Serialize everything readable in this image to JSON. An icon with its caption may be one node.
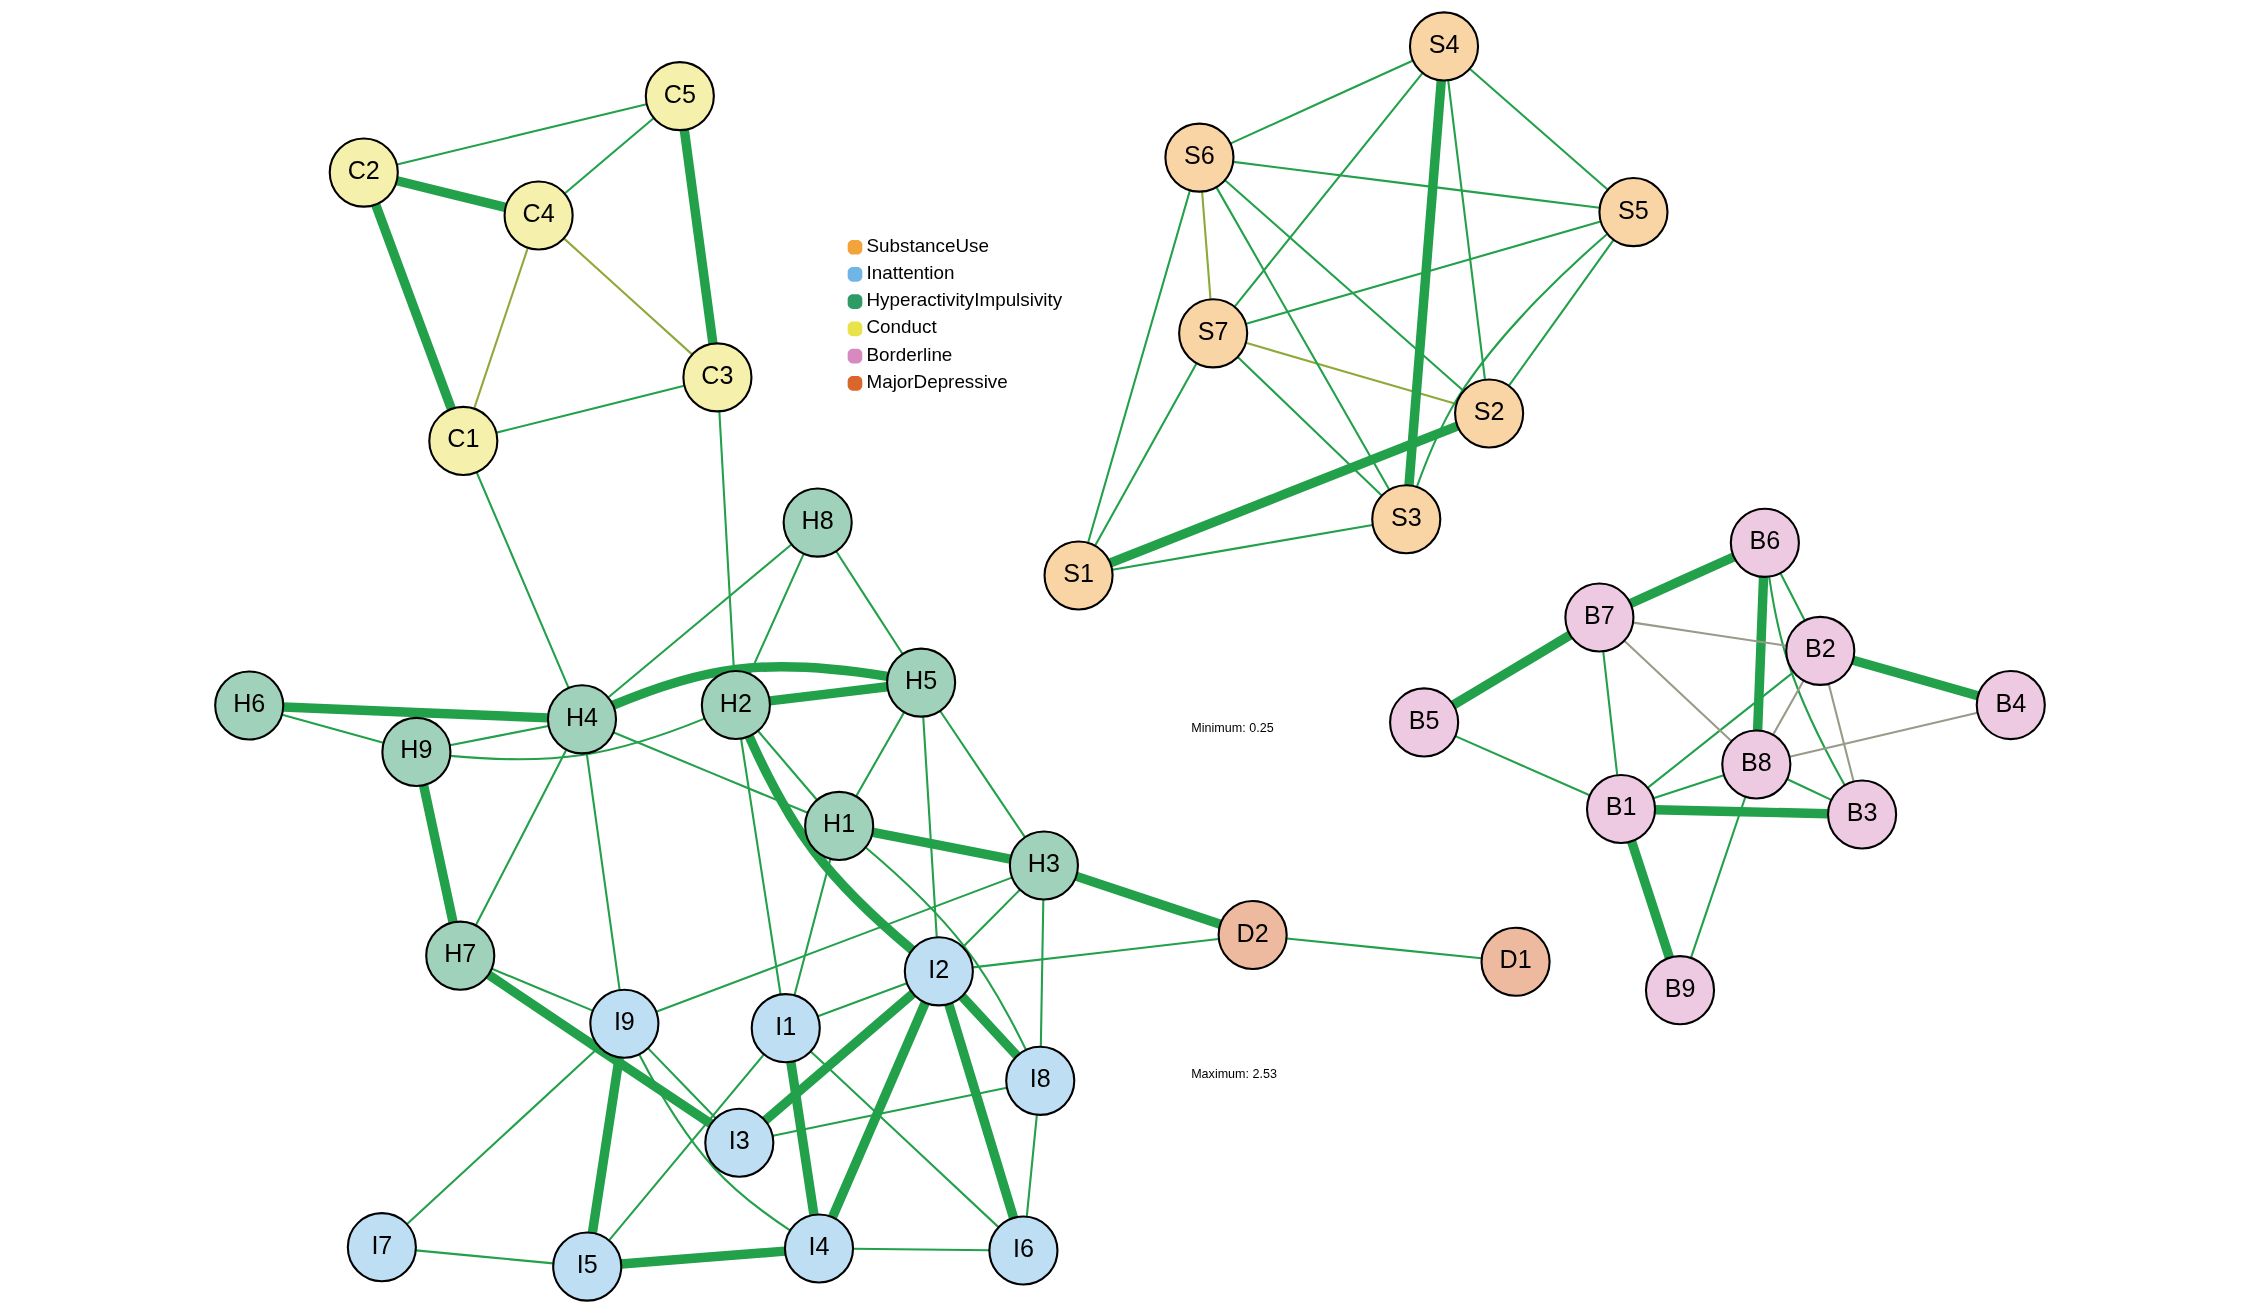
{
  "diagram": {
    "nodes": [
      {
        "text": [
          "S1"
        ]
      },
      {
        "text": [
          "S2"
        ]
      },
      {
        "text": [
          "S3"
        ]
      },
      {
        "text": [
          "S4"
        ]
      },
      {
        "text": [
          "S5"
        ]
      },
      {
        "text": [
          "S6"
        ]
      },
      {
        "text": [
          "S7"
        ]
      },
      {
        "text": [
          "I1"
        ]
      },
      {
        "text": [
          "I2"
        ]
      },
      {
        "text": [
          "I3"
        ]
      },
      {
        "text": [
          "I4"
        ]
      },
      {
        "text": [
          "I5"
        ]
      },
      {
        "text": [
          "I6"
        ]
      },
      {
        "text": [
          "I7"
        ]
      },
      {
        "text": [
          "I8"
        ]
      },
      {
        "text": [
          "I9"
        ]
      },
      {
        "text": [
          "H1"
        ]
      },
      {
        "text": [
          "H2"
        ]
      },
      {
        "text": [
          "H3"
        ]
      },
      {
        "text": [
          "H4"
        ]
      },
      {
        "text": [
          "H5"
        ]
      },
      {
        "text": [
          "H6"
        ]
      },
      {
        "text": [
          "H7"
        ]
      },
      {
        "text": [
          "H8"
        ]
      },
      {
        "text": [
          "H9"
        ]
      },
      {
        "text": [
          "C1"
        ]
      },
      {
        "text": [
          "C2"
        ]
      },
      {
        "text": [
          "C3"
        ]
      },
      {
        "text": [
          "C4"
        ]
      },
      {
        "text": [
          "C5"
        ]
      },
      {
        "text": [
          "B1"
        ]
      },
      {
        "text": [
          "B2"
        ]
      },
      {
        "text": [
          "B3"
        ]
      },
      {
        "text": [
          "B4"
        ]
      },
      {
        "text": [
          "B5"
        ]
      },
      {
        "text": [
          "B6"
        ]
      },
      {
        "text": [
          "B7"
        ]
      },
      {
        "text": [
          "B8"
        ]
      },
      {
        "text": [
          "B9"
        ]
      },
      {
        "text": [
          "D1"
        ]
      },
      {
        "text": [
          "D2"
        ]
      }
    ],
    "edges": [
      {
        "from": 0,
        "to": 1,
        "arrow": "none",
        "style": "thick"
      },
      {
        "from": 0,
        "to": 5,
        "arrow": "none"
      },
      {
        "from": 0,
        "to": 2,
        "arrow": "none"
      },
      {
        "from": 2,
        "to": 3,
        "arrow": "none",
        "style": "thick"
      },
      {
        "from": 2,
        "to": 4,
        "arrow": "none"
      },
      {
        "from": 2,
        "to": 5,
        "arrow": "none"
      },
      {
        "from": 2,
        "to": 6,
        "arrow": "none"
      },
      {
        "from": 0,
        "to": 6,
        "arrow": "none"
      },
      {
        "from": 3,
        "to": 1,
        "arrow": "none"
      },
      {
        "from": 3,
        "to": 5,
        "arrow": "none"
      },
      {
        "from": 3,
        "to": 4,
        "arrow": "none"
      },
      {
        "from": 3,
        "to": 6,
        "arrow": "none"
      },
      {
        "from": 1,
        "to": 5,
        "arrow": "none"
      },
      {
        "from": 1,
        "to": 4,
        "arrow": "none"
      },
      {
        "from": 1,
        "to": 6,
        "arrow": "none",
        "color": "#8ea83a"
      },
      {
        "from": 5,
        "to": 4,
        "arrow": "none"
      },
      {
        "from": 5,
        "to": 6,
        "arrow": "none",
        "color": "#8ea83a"
      },
      {
        "from": 6,
        "to": 4,
        "arrow": "none"
      },
      {
        "from": 29,
        "to": 27,
        "arrow": "none",
        "style": "thick"
      },
      {
        "from": 29,
        "to": 26,
        "arrow": "none"
      },
      {
        "from": 29,
        "to": 28,
        "arrow": "none"
      },
      {
        "from": 28,
        "to": 25,
        "arrow": "none",
        "color": "#8ea83a"
      },
      {
        "from": 26,
        "to": 28,
        "arrow": "none",
        "style": "thick"
      },
      {
        "from": 28,
        "to": 27,
        "arrow": "none",
        "color": "#8ea83a"
      },
      {
        "from": 27,
        "to": 25,
        "arrow": "none"
      },
      {
        "from": 26,
        "to": 25,
        "arrow": "none",
        "style": "thick"
      },
      {
        "from": 27,
        "to": 17,
        "arrow": "none"
      },
      {
        "from": 25,
        "to": 19,
        "arrow": "none"
      },
      {
        "from": 34,
        "to": 36,
        "arrow": "none",
        "style": "thick"
      },
      {
        "from": 36,
        "to": 31,
        "arrow": "none",
        "color": "#999a88"
      },
      {
        "from": 34,
        "to": 30,
        "arrow": "none"
      },
      {
        "from": 30,
        "to": 36,
        "arrow": "none"
      },
      {
        "from": 30,
        "to": 32,
        "arrow": "none",
        "style": "thick"
      },
      {
        "from": 30,
        "to": 38,
        "arrow": "none",
        "style": "thick"
      },
      {
        "from": 30,
        "to": 37,
        "arrow": "none"
      },
      {
        "from": 30,
        "to": 31,
        "arrow": "none"
      },
      {
        "from": 36,
        "to": 35,
        "arrow": "none",
        "style": "thick"
      },
      {
        "from": 36,
        "to": 37,
        "arrow": "none",
        "color": "#999a88"
      },
      {
        "from": 32,
        "to": 35,
        "arrow": "none"
      },
      {
        "from": 32,
        "to": 37,
        "arrow": "none"
      },
      {
        "from": 32,
        "to": 31,
        "arrow": "none",
        "color": "#999a88"
      },
      {
        "from": 35,
        "to": 37,
        "arrow": "none",
        "style": "thick"
      },
      {
        "from": 35,
        "to": 31,
        "arrow": "none"
      },
      {
        "from": 38,
        "to": 37,
        "arrow": "none"
      },
      {
        "from": 37,
        "to": 31,
        "arrow": "none",
        "color": "#999a88"
      },
      {
        "from": 31,
        "to": 33,
        "arrow": "none",
        "style": "thick"
      },
      {
        "from": 37,
        "to": 33,
        "arrow": "none",
        "color": "#999a88"
      },
      {
        "from": 12,
        "to": 7,
        "arrow": "none"
      },
      {
        "from": 12,
        "to": 8,
        "arrow": "none",
        "style": "thick"
      },
      {
        "from": 12,
        "to": 10,
        "arrow": "none"
      },
      {
        "from": 12,
        "to": 14,
        "arrow": "none"
      },
      {
        "from": 10,
        "to": 7,
        "arrow": "none",
        "style": "thick"
      },
      {
        "from": 10,
        "to": 8,
        "arrow": "none",
        "style": "thick"
      },
      {
        "from": 10,
        "to": 11,
        "arrow": "none",
        "style": "thick"
      },
      {
        "from": 10,
        "to": 15,
        "arrow": "none"
      },
      {
        "from": 7,
        "to": 11,
        "arrow": "none"
      },
      {
        "from": 7,
        "to": 8,
        "arrow": "none"
      },
      {
        "from": 8,
        "to": 14,
        "arrow": "none",
        "style": "thick"
      },
      {
        "from": 8,
        "to": 9,
        "arrow": "none",
        "style": "thick"
      },
      {
        "from": 11,
        "to": 15,
        "arrow": "none",
        "style": "thick"
      },
      {
        "from": 11,
        "to": 13,
        "arrow": "none"
      },
      {
        "from": 15,
        "to": 13,
        "arrow": "none"
      },
      {
        "from": 14,
        "to": 9,
        "arrow": "none"
      },
      {
        "from": 9,
        "to": 15,
        "arrow": "none"
      },
      {
        "from": 9,
        "to": 22,
        "arrow": "none",
        "style": "thick"
      },
      {
        "from": 7,
        "to": 17,
        "arrow": "none"
      },
      {
        "from": 8,
        "to": 17,
        "arrow": "none",
        "style": "thick"
      },
      {
        "from": 7,
        "to": 16,
        "arrow": "none"
      },
      {
        "from": 8,
        "to": 18,
        "arrow": "none"
      },
      {
        "from": 8,
        "to": 20,
        "arrow": "none"
      },
      {
        "from": 14,
        "to": 16,
        "arrow": "none"
      },
      {
        "from": 14,
        "to": 18,
        "arrow": "none"
      },
      {
        "from": 15,
        "to": 18,
        "arrow": "none"
      },
      {
        "from": 15,
        "to": 19,
        "arrow": "none"
      },
      {
        "from": 15,
        "to": 22,
        "arrow": "none"
      },
      {
        "from": 8,
        "to": 40,
        "arrow": "none"
      },
      {
        "from": 17,
        "to": 23,
        "arrow": "none"
      },
      {
        "from": 17,
        "to": 20,
        "arrow": "none",
        "style": "thick"
      },
      {
        "from": 17,
        "to": 16,
        "arrow": "none"
      },
      {
        "from": 17,
        "to": 24,
        "arrow": "none"
      },
      {
        "from": 23,
        "to": 20,
        "arrow": "none"
      },
      {
        "from": 23,
        "to": 19,
        "arrow": "none"
      },
      {
        "from": 16,
        "to": 18,
        "arrow": "none",
        "style": "thick"
      },
      {
        "from": 16,
        "to": 20,
        "arrow": "none"
      },
      {
        "from": 16,
        "to": 19,
        "arrow": "none"
      },
      {
        "from": 18,
        "to": 20,
        "arrow": "none"
      },
      {
        "from": 18,
        "to": 40,
        "arrow": "none",
        "style": "thick"
      },
      {
        "from": 20,
        "to": 19,
        "arrow": "none",
        "style": "thick"
      },
      {
        "from": 19,
        "to": 22,
        "arrow": "none"
      },
      {
        "from": 19,
        "to": 24,
        "arrow": "none"
      },
      {
        "from": 19,
        "to": 21,
        "arrow": "none",
        "style": "thick"
      },
      {
        "from": 22,
        "to": 24,
        "arrow": "none",
        "style": "thick"
      },
      {
        "from": 24,
        "to": 21,
        "arrow": "none"
      },
      {
        "from": 40,
        "to": 39,
        "arrow": "none"
      }
    ],
    "labels": [
      "Minimum: 0.25",
      "Maximum: 2.53"
    ],
    "legend": [
      {
        "text": "SubstanceUse",
        "color": "#f2a33a"
      },
      {
        "text": "Inattention",
        "color": "#6fb6e6"
      },
      {
        "text": "HyperactivityImpulsivity",
        "color": "#2e9a66"
      },
      {
        "text": "Conduct",
        "color": "#e9e24a"
      },
      {
        "text": "Borderline",
        "color": "#d88ac0"
      },
      {
        "text": "MajorDepressive",
        "color": "#d9662a"
      }
    ]
  }
}
